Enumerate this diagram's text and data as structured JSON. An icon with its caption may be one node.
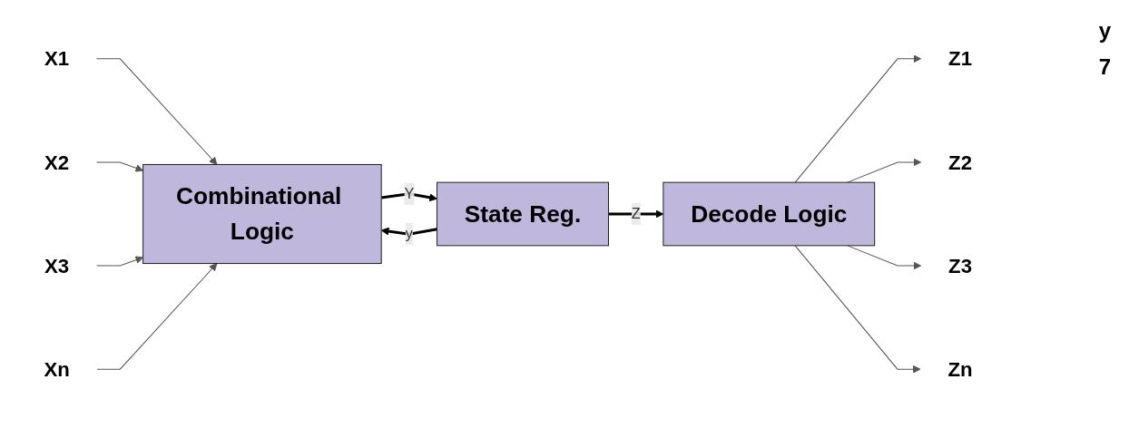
{
  "diagram": {
    "nodes": [
      {
        "text": [
          "X1"
        ]
      },
      {
        "text": [
          "X2"
        ]
      },
      {
        "text": [
          "X3"
        ]
      },
      {
        "text": [
          "Xn"
        ]
      },
      {
        "text": [
          "Combinational Logic"
        ]
      },
      {
        "text": [
          "State Reg."
        ]
      },
      {
        "text": [
          "Decode Logic"
        ]
      },
      {
        "text": [
          "Z1"
        ]
      },
      {
        "text": [
          "Z2"
        ]
      },
      {
        "text": [
          "Z3"
        ]
      },
      {
        "text": [
          "Zn"
        ]
      }
    ],
    "edges": [
      {
        "from": 0,
        "to": 4,
        "arrow": "to"
      },
      {
        "from": 1,
        "to": 4,
        "arrow": "to"
      },
      {
        "from": 2,
        "to": 4,
        "arrow": "to"
      },
      {
        "from": 3,
        "to": 4,
        "arrow": "to"
      },
      {
        "from": 4,
        "to": 5,
        "arrow": "to",
        "label": "Y",
        "style": "thick"
      },
      {
        "from": 5,
        "to": 6,
        "arrow": "to",
        "label": "Z",
        "style": "thick"
      },
      {
        "from": 5,
        "to": 4,
        "arrow": "to",
        "label": "y",
        "style": "thick"
      },
      {
        "from": 6,
        "to": 7,
        "arrow": "to"
      },
      {
        "from": 6,
        "to": 8,
        "arrow": "to"
      },
      {
        "from": 6,
        "to": 9,
        "arrow": "to"
      },
      {
        "from": 6,
        "to": 10,
        "arrow": "to"
      }
    ],
    "labels": [
      "y",
      "7"
    ]
  }
}
